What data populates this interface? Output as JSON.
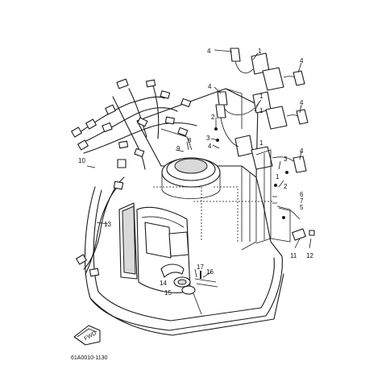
{
  "diagram_code": "61A0010-1130",
  "direction_badge": "FWD",
  "callouts": [
    "1",
    "2",
    "3",
    "4",
    "5",
    "6",
    "7",
    "8",
    "9",
    "10",
    "11",
    "12",
    "13",
    "14",
    "15",
    "16",
    "17"
  ]
}
